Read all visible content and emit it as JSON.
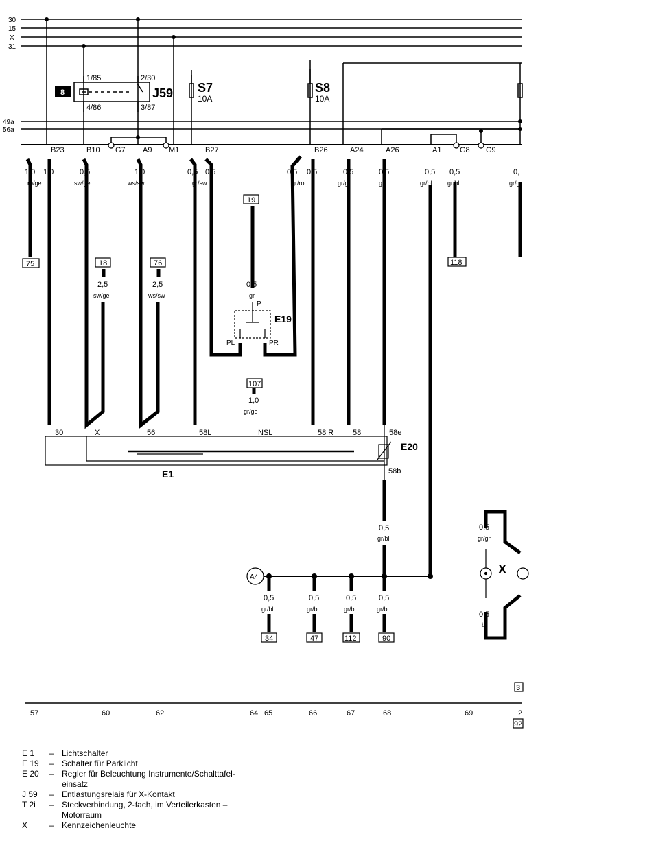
{
  "busbars": [
    "30",
    "15",
    "X",
    "31",
    "49a",
    "56a"
  ],
  "relay": {
    "ref": "8",
    "name": "J59",
    "pins": [
      "1/85",
      "2/30",
      "4/86",
      "3/87"
    ]
  },
  "fuses": [
    {
      "name": "S7",
      "rating": "10A"
    },
    {
      "name": "S8",
      "rating": "10A"
    }
  ],
  "connectors": [
    "B23",
    "B10",
    "G7",
    "A9",
    "M1",
    "B27",
    "B26",
    "A24",
    "A26",
    "A1",
    "G8",
    "G9"
  ],
  "wires": [
    {
      "size": "1,0",
      "color": "ro/ge"
    },
    {
      "size": "1,0",
      "color": ""
    },
    {
      "size": "0,5",
      "color": "sw/ge"
    },
    {
      "size": "1,0",
      "color": "ws/sw"
    },
    {
      "size": "0,5",
      "color": "gr/sw"
    },
    {
      "size": "0,5",
      "color": ""
    },
    {
      "size": "0,5",
      "color": "gr/ro"
    },
    {
      "size": "0,5",
      "color": ""
    },
    {
      "size": "0,5",
      "color": "gr/gn"
    },
    {
      "size": "0,5",
      "color": "gr"
    },
    {
      "size": "0,5",
      "color": "gr/bl"
    },
    {
      "size": "0,5",
      "color": "gr/bl"
    },
    {
      "size": "0,",
      "color": "gr/g"
    }
  ],
  "refs": {
    "r75": "75",
    "r18": "18",
    "r76": "76",
    "r19": "19",
    "r118": "118",
    "r107": "107",
    "r34": "34",
    "r47": "47",
    "r112": "112",
    "r90": "90",
    "r3": "3",
    "r92": "92"
  },
  "labels": {
    "w18_size": "2,5",
    "w18_color": "sw/ge",
    "w76_size": "2,5",
    "w76_color": "ws/sw",
    "w19_size": "0,5",
    "w19_color": "gr",
    "w107_size": "1,0",
    "w107_color": "gr/ge",
    "e19": "E19",
    "e19_p": "P",
    "e19_pl": "PL",
    "e19_pr": "PR",
    "e1": "E1",
    "e20": "E20",
    "e1_pins": [
      "30",
      "X",
      "56",
      "58L",
      "NSL",
      "58 R",
      "58",
      "58e"
    ],
    "e20_out": "58b",
    "w58b_size": "0,5",
    "w58b_color": "gr/bl",
    "a4": "A4",
    "bottom_wires": [
      {
        "size": "0,5",
        "color": "gr/bl"
      },
      {
        "size": "0,5",
        "color": "gr/bl"
      },
      {
        "size": "0,5",
        "color": "gr/bl"
      },
      {
        "size": "0,5",
        "color": "gr/bl"
      }
    ],
    "x_top_size": "0,5",
    "x_top_color": "gr/gn",
    "x_bot_size": "0,5",
    "x_bot_color": "br",
    "x_name": "X"
  },
  "ruler": [
    "57",
    "60",
    "62",
    "64",
    "65",
    "66",
    "67",
    "68",
    "69",
    "2"
  ],
  "legend": [
    {
      "code": "E 1",
      "desc": "Lichtschalter"
    },
    {
      "code": "E 19",
      "desc": "Schalter für Parklicht"
    },
    {
      "code": "E 20",
      "desc": "Regler für Beleuchtung Instrumente/Schalttafel-\neinsatz"
    },
    {
      "code": "J 59",
      "desc": "Entlastungsrelais für X-Kontakt"
    },
    {
      "code": "T 2i",
      "desc": "Steckverbindung, 2-fach, im Verteilerkasten –\nMotorraum"
    },
    {
      "code": "X",
      "desc": "Kennzeichenleuchte"
    }
  ]
}
